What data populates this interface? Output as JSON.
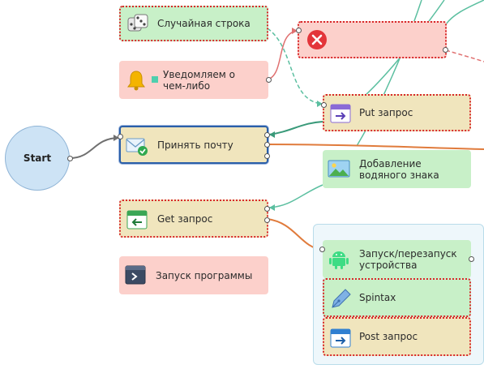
{
  "start": {
    "label": "Start"
  },
  "nodes": {
    "random_string": {
      "label": "Случайная строка"
    },
    "error": {
      "label": ""
    },
    "notify": {
      "label": "Уведомляем о чем-либо"
    },
    "put_request": {
      "label": "Put запрос"
    },
    "receive_mail": {
      "label": "Принять почту"
    },
    "watermark": {
      "label": "Добавление водяного знака"
    },
    "get_request": {
      "label": "Get запрос"
    },
    "run_program": {
      "label": "Запуск программы"
    },
    "restart_device": {
      "label": "Запуск/перезапуск устройства"
    },
    "spintax": {
      "label": "Spintax"
    },
    "post_request": {
      "label": "Post запрос"
    }
  },
  "icons": {
    "random_string": "dice-icon",
    "error": "error-x-icon",
    "notify": "bell-icon",
    "put_request": "put-arrow-icon",
    "receive_mail": "mail-check-icon",
    "watermark": "landscape-image-icon",
    "get_request": "get-arrow-icon",
    "run_program": "terminal-icon",
    "restart_device": "android-icon",
    "spintax": "pen-nib-icon",
    "post_request": "post-arrow-icon"
  },
  "colors": {
    "success_green": "#c8f0c8",
    "failure_red": "#fcd0cb",
    "neutral_beige": "#f0e5bd",
    "start_blue": "#cde3f5",
    "error_border": "#d8282a",
    "selected_border": "#2b5fa8",
    "wire_teal": "#5bbfa0",
    "wire_orange": "#e07b3c",
    "wire_gray": "#707070",
    "wire_red": "#e07070"
  }
}
